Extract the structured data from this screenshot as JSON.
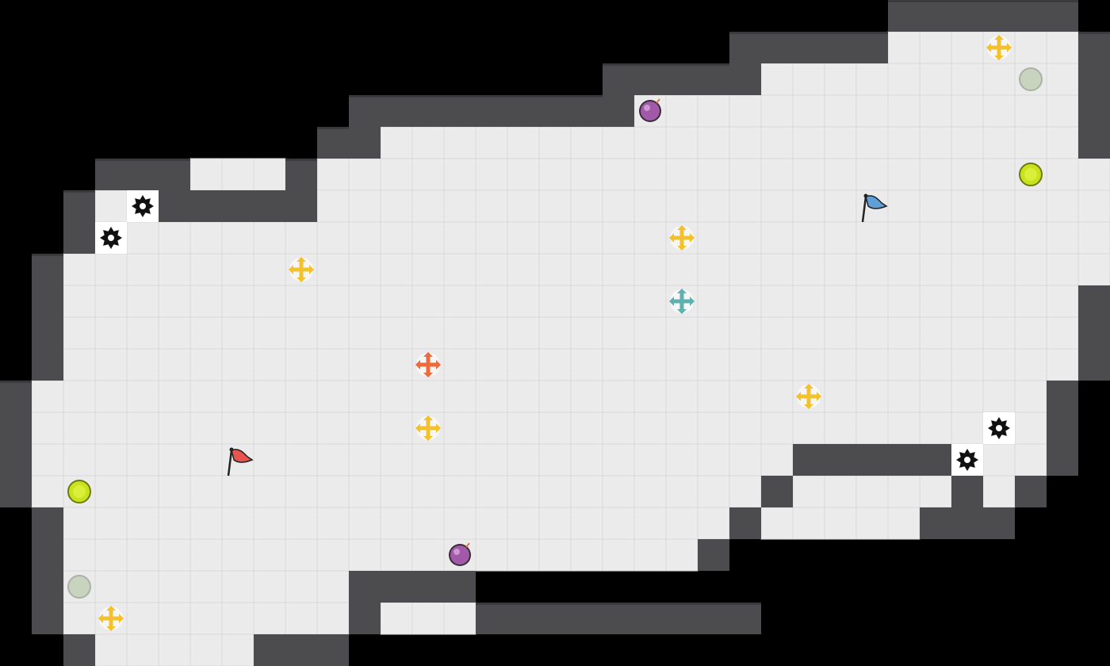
{
  "board": {
    "rows": [
      "............................******..",
      ".......................*****......*.",
      "...................*****..........*.",
      "...........*********..............*.",
      "..........**......................*.",
      "...***...*.........................*",
      "..*..*****.........................*",
      "..*................................*",
      ".*.................................*",
      ".*................................*.",
      ".*................................*.",
      ".*................................*.",
      "*................................*..",
      "*................................*..",
      "*........................******..*..",
      "*.......................*.....*.*...",
      ".*.....................*.....***....",
      ".*....................*.............",
      ".*.........****........ ............",
      ".*.........*...*********............",
      "..*.....***.........................",
      "...*****............................"
    ],
    "colors": {
      "background": "#000000",
      "floor": "#ebebeb",
      "grid_line": "#d8d8d8",
      "wall": "#4c4c4e",
      "wall_edge": "#f4f4f4"
    }
  },
  "entities": {
    "flags": [
      {
        "name": "red-flag",
        "col": 7,
        "row": 14,
        "color": "#e8544e"
      },
      {
        "name": "blue-flag",
        "col": 27,
        "row": 6,
        "color": "#5f9ed6"
      }
    ],
    "bombs": [
      {
        "col": 20,
        "row": 3,
        "color": "#a05aa8"
      },
      {
        "col": 14,
        "row": 17,
        "color": "#a05aa8"
      }
    ],
    "powerups": [
      {
        "col": 9,
        "row": 8,
        "color": "#f3c12c",
        "kind": "yellow"
      },
      {
        "col": 21,
        "row": 7,
        "color": "#f3c12c",
        "kind": "yellow"
      },
      {
        "col": 31,
        "row": 1,
        "color": "#f3c12c",
        "kind": "yellow"
      },
      {
        "col": 25,
        "row": 12,
        "color": "#f3c12c",
        "kind": "yellow"
      },
      {
        "col": 13,
        "row": 13,
        "color": "#f3c12c",
        "kind": "yellow"
      },
      {
        "col": 3,
        "row": 19,
        "color": "#f3c12c",
        "kind": "yellow"
      },
      {
        "col": 13,
        "row": 11,
        "color": "#ef6a3a",
        "kind": "orange"
      },
      {
        "col": 21,
        "row": 9,
        "color": "#5fb0b0",
        "kind": "teal"
      }
    ],
    "boosts": [
      {
        "col": 32,
        "row": 5,
        "color": "#c8e21e"
      },
      {
        "col": 2,
        "row": 15,
        "color": "#c8e21e"
      }
    ],
    "inactive_boosts": [
      {
        "col": 32,
        "row": 2,
        "color": "#c9d4bf"
      },
      {
        "col": 2,
        "row": 18,
        "color": "#c9d4bf"
      }
    ],
    "spikes": [
      {
        "col": 4,
        "row": 6
      },
      {
        "col": 3,
        "row": 7
      },
      {
        "col": 31,
        "row": 13
      },
      {
        "col": 30,
        "row": 14
      }
    ]
  }
}
